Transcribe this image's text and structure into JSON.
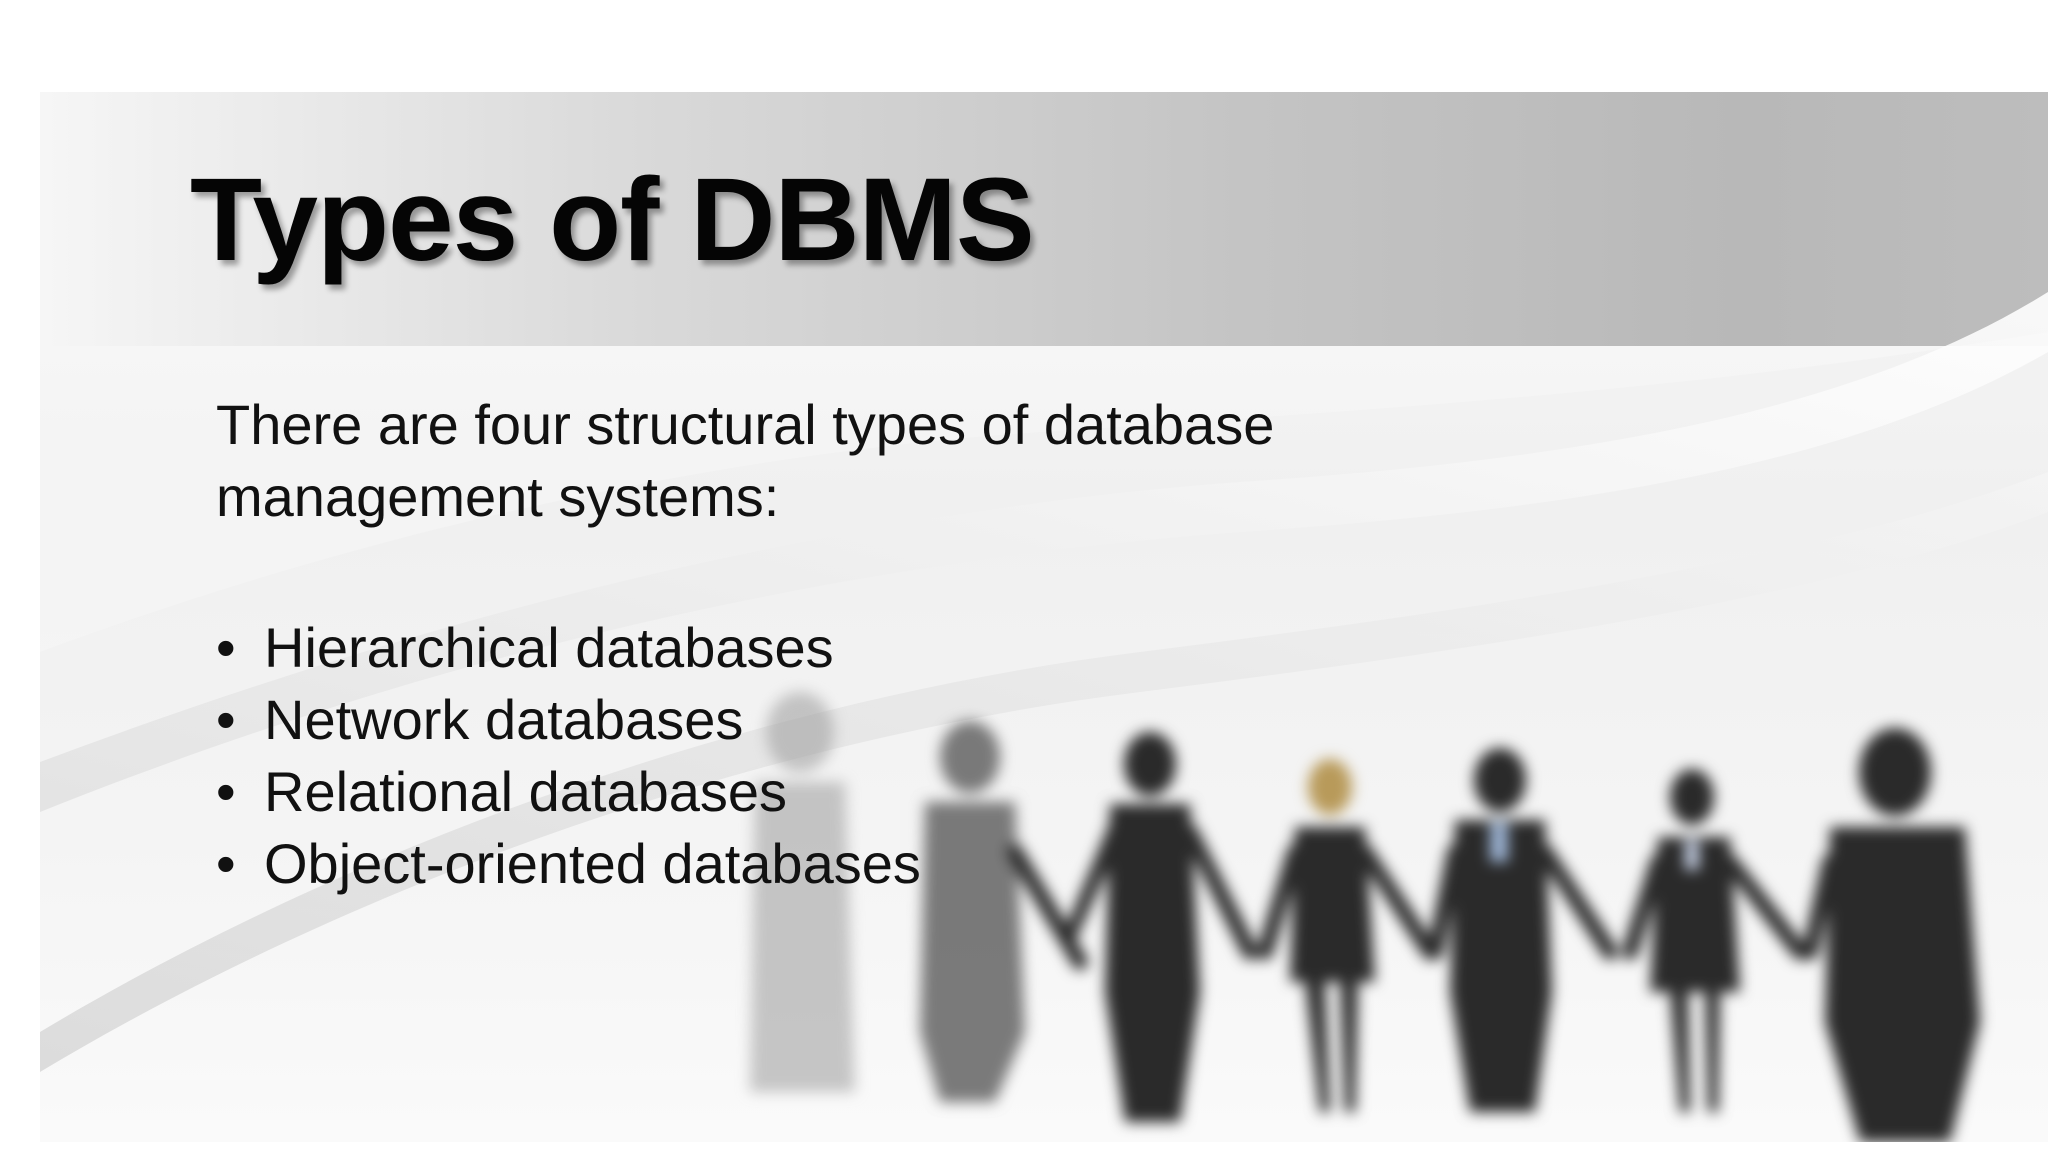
{
  "slide": {
    "title": "Types of DBMS",
    "intro_line_1": "There are four structural types of database",
    "intro_line_2": "management systems:",
    "bullet_glyph": "•",
    "bullets": [
      "Hierarchical databases",
      "Network databases",
      "Relational databases",
      "Object-oriented databases"
    ]
  },
  "background": {
    "image": "blurred-business-people-holding-hands-photo",
    "title_band_color": "#c4c4c4",
    "text_color": "#111111"
  }
}
